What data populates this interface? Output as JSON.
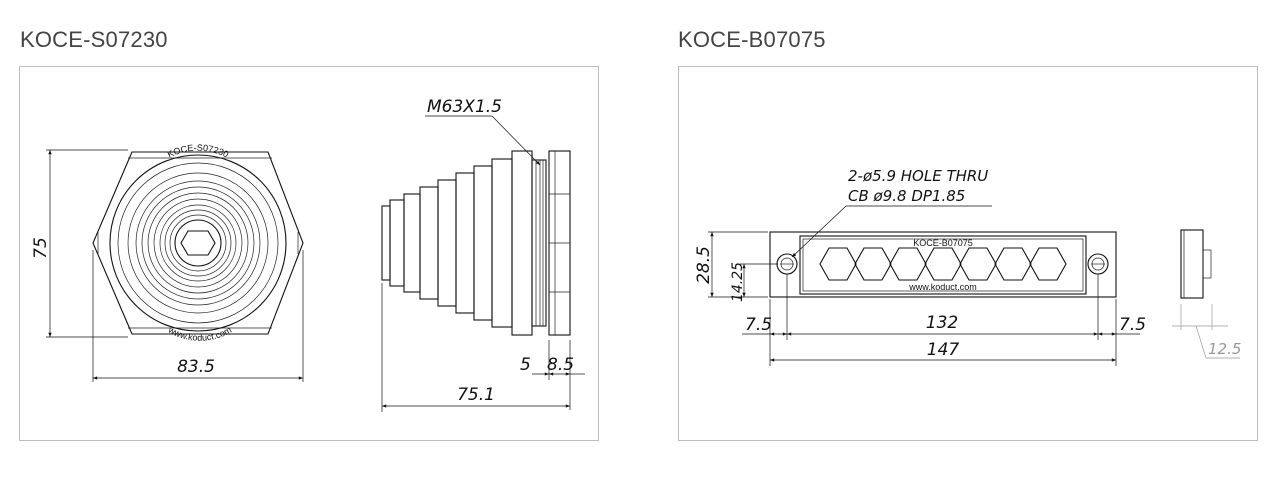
{
  "panels": [
    {
      "title": "KOCE-S07230",
      "front_label": "KOCE-S07230",
      "url_label": "www.koduct.com",
      "dimensions": {
        "height": "75",
        "width": "83.5",
        "thread": "M63X1.5",
        "depth_a": "5",
        "depth_b": "8.5",
        "total_length": "75.1"
      }
    },
    {
      "title": "KOCE-B07075",
      "front_label": "KOCE-B07075",
      "url_label": "www.koduct.com",
      "notes": {
        "hole": "2-ø5.9 HOLE THRU",
        "counterbore": "CB ø9.8 DP1.85"
      },
      "dimensions": {
        "height": "28.5",
        "inner_height": "14.25",
        "left_offset": "7.5",
        "hole_pitch": "132",
        "right_offset": "7.5",
        "total_width": "147",
        "thickness": "12.5"
      }
    }
  ]
}
